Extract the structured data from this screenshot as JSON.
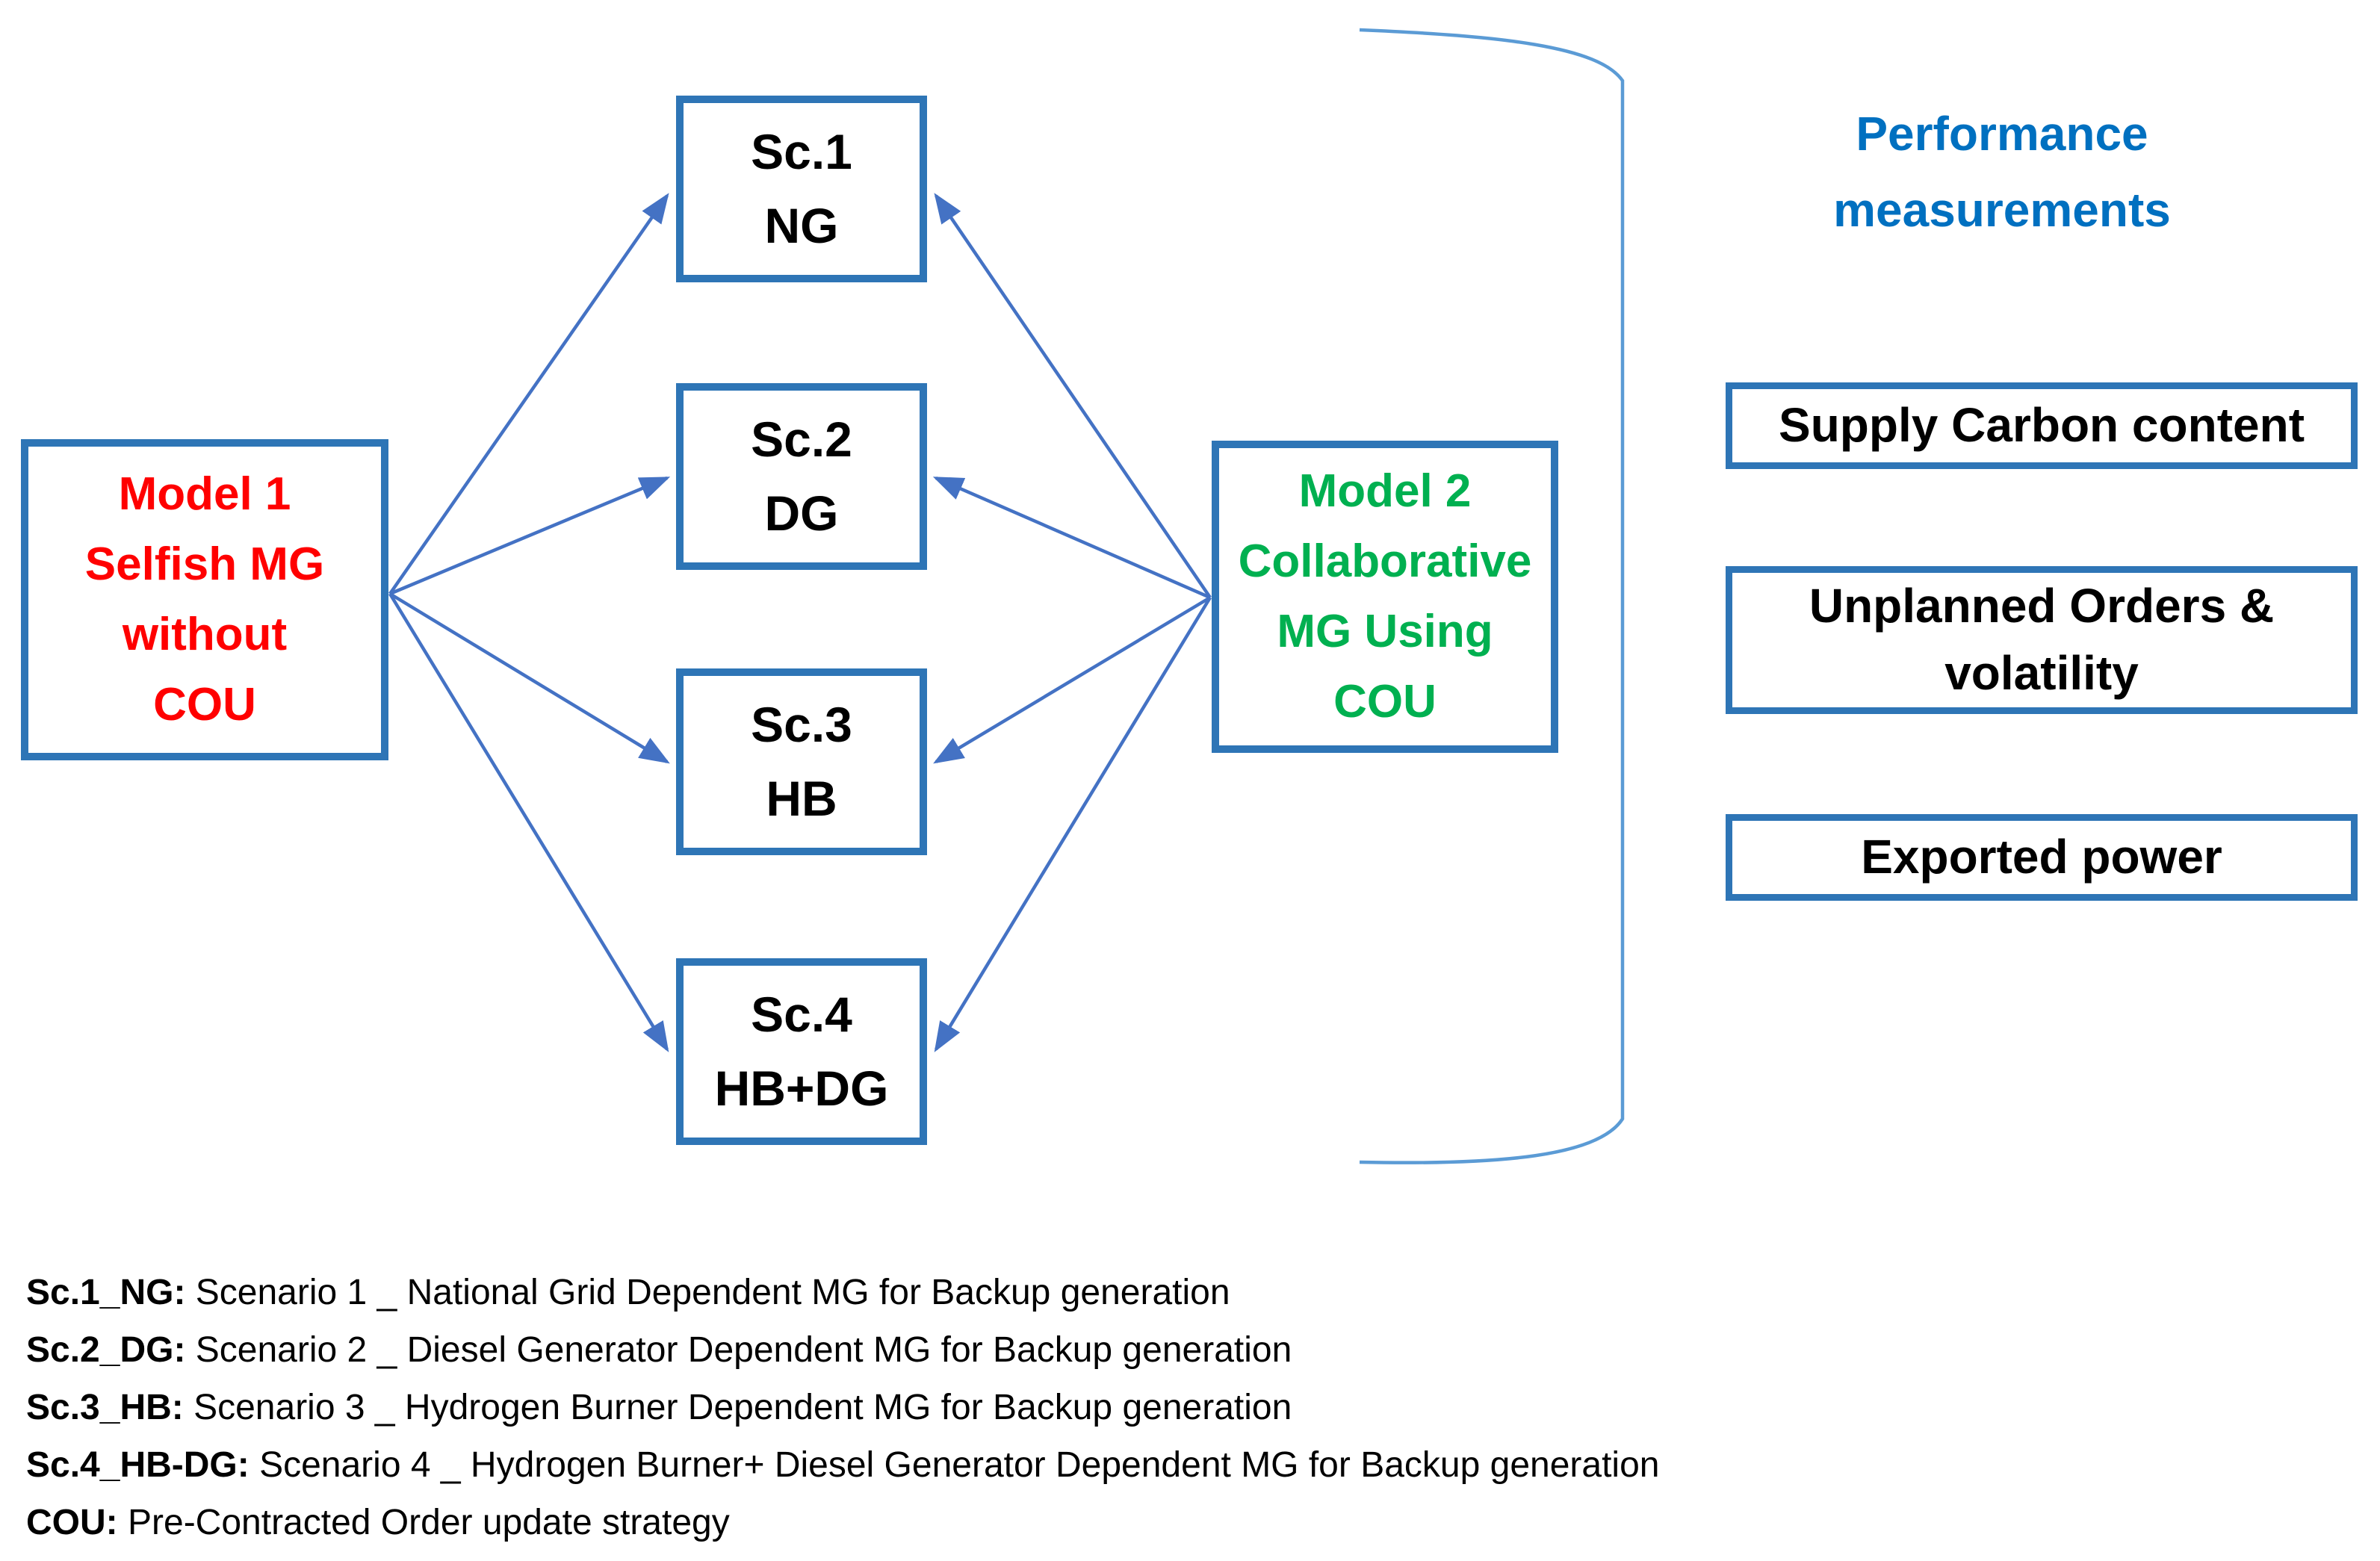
{
  "diagram": {
    "model1": {
      "lines": [
        "Model 1",
        "Selfish MG",
        "without",
        "COU"
      ]
    },
    "scenarios": [
      {
        "lines": [
          "Sc.1",
          "NG"
        ]
      },
      {
        "lines": [
          "Sc.2",
          "DG"
        ]
      },
      {
        "lines": [
          "Sc.3",
          "HB"
        ]
      },
      {
        "lines": [
          "Sc.4",
          "HB+DG"
        ]
      }
    ],
    "model2": {
      "lines": [
        "Model 2",
        "Collaborative",
        "MG Using",
        "COU"
      ]
    },
    "performance": {
      "title_lines": [
        "Performance",
        "measurements"
      ],
      "boxes": [
        "Supply Carbon content",
        "Unplanned Orders & volatility",
        "Exported power"
      ]
    },
    "legend": [
      {
        "label": "Sc.1_NG:",
        "text": " Scenario 1 _ National Grid Dependent MG for Backup generation"
      },
      {
        "label": "Sc.2_DG:",
        "text": " Scenario 2 _ Diesel Generator Dependent MG for Backup generation"
      },
      {
        "label": "Sc.3_HB:",
        "text": " Scenario 3 _ Hydrogen Burner Dependent MG for Backup generation"
      },
      {
        "label": "Sc.4_HB-DG:",
        "text": " Scenario 4 _ Hydrogen Burner+ Diesel Generator Dependent MG for Backup generation"
      },
      {
        "label": "COU:",
        "text": " Pre-Contracted Order update strategy"
      }
    ],
    "colors": {
      "box_border": "#2E75B6",
      "model1_text": "#FF0000",
      "model2_text": "#00B050",
      "scenario_text": "#000000",
      "performance_title": "#0070C0",
      "arrow": "#4472C4",
      "bracket": "#5B9BD5",
      "legend_text": "#000000",
      "background": "#FFFFFF"
    }
  }
}
